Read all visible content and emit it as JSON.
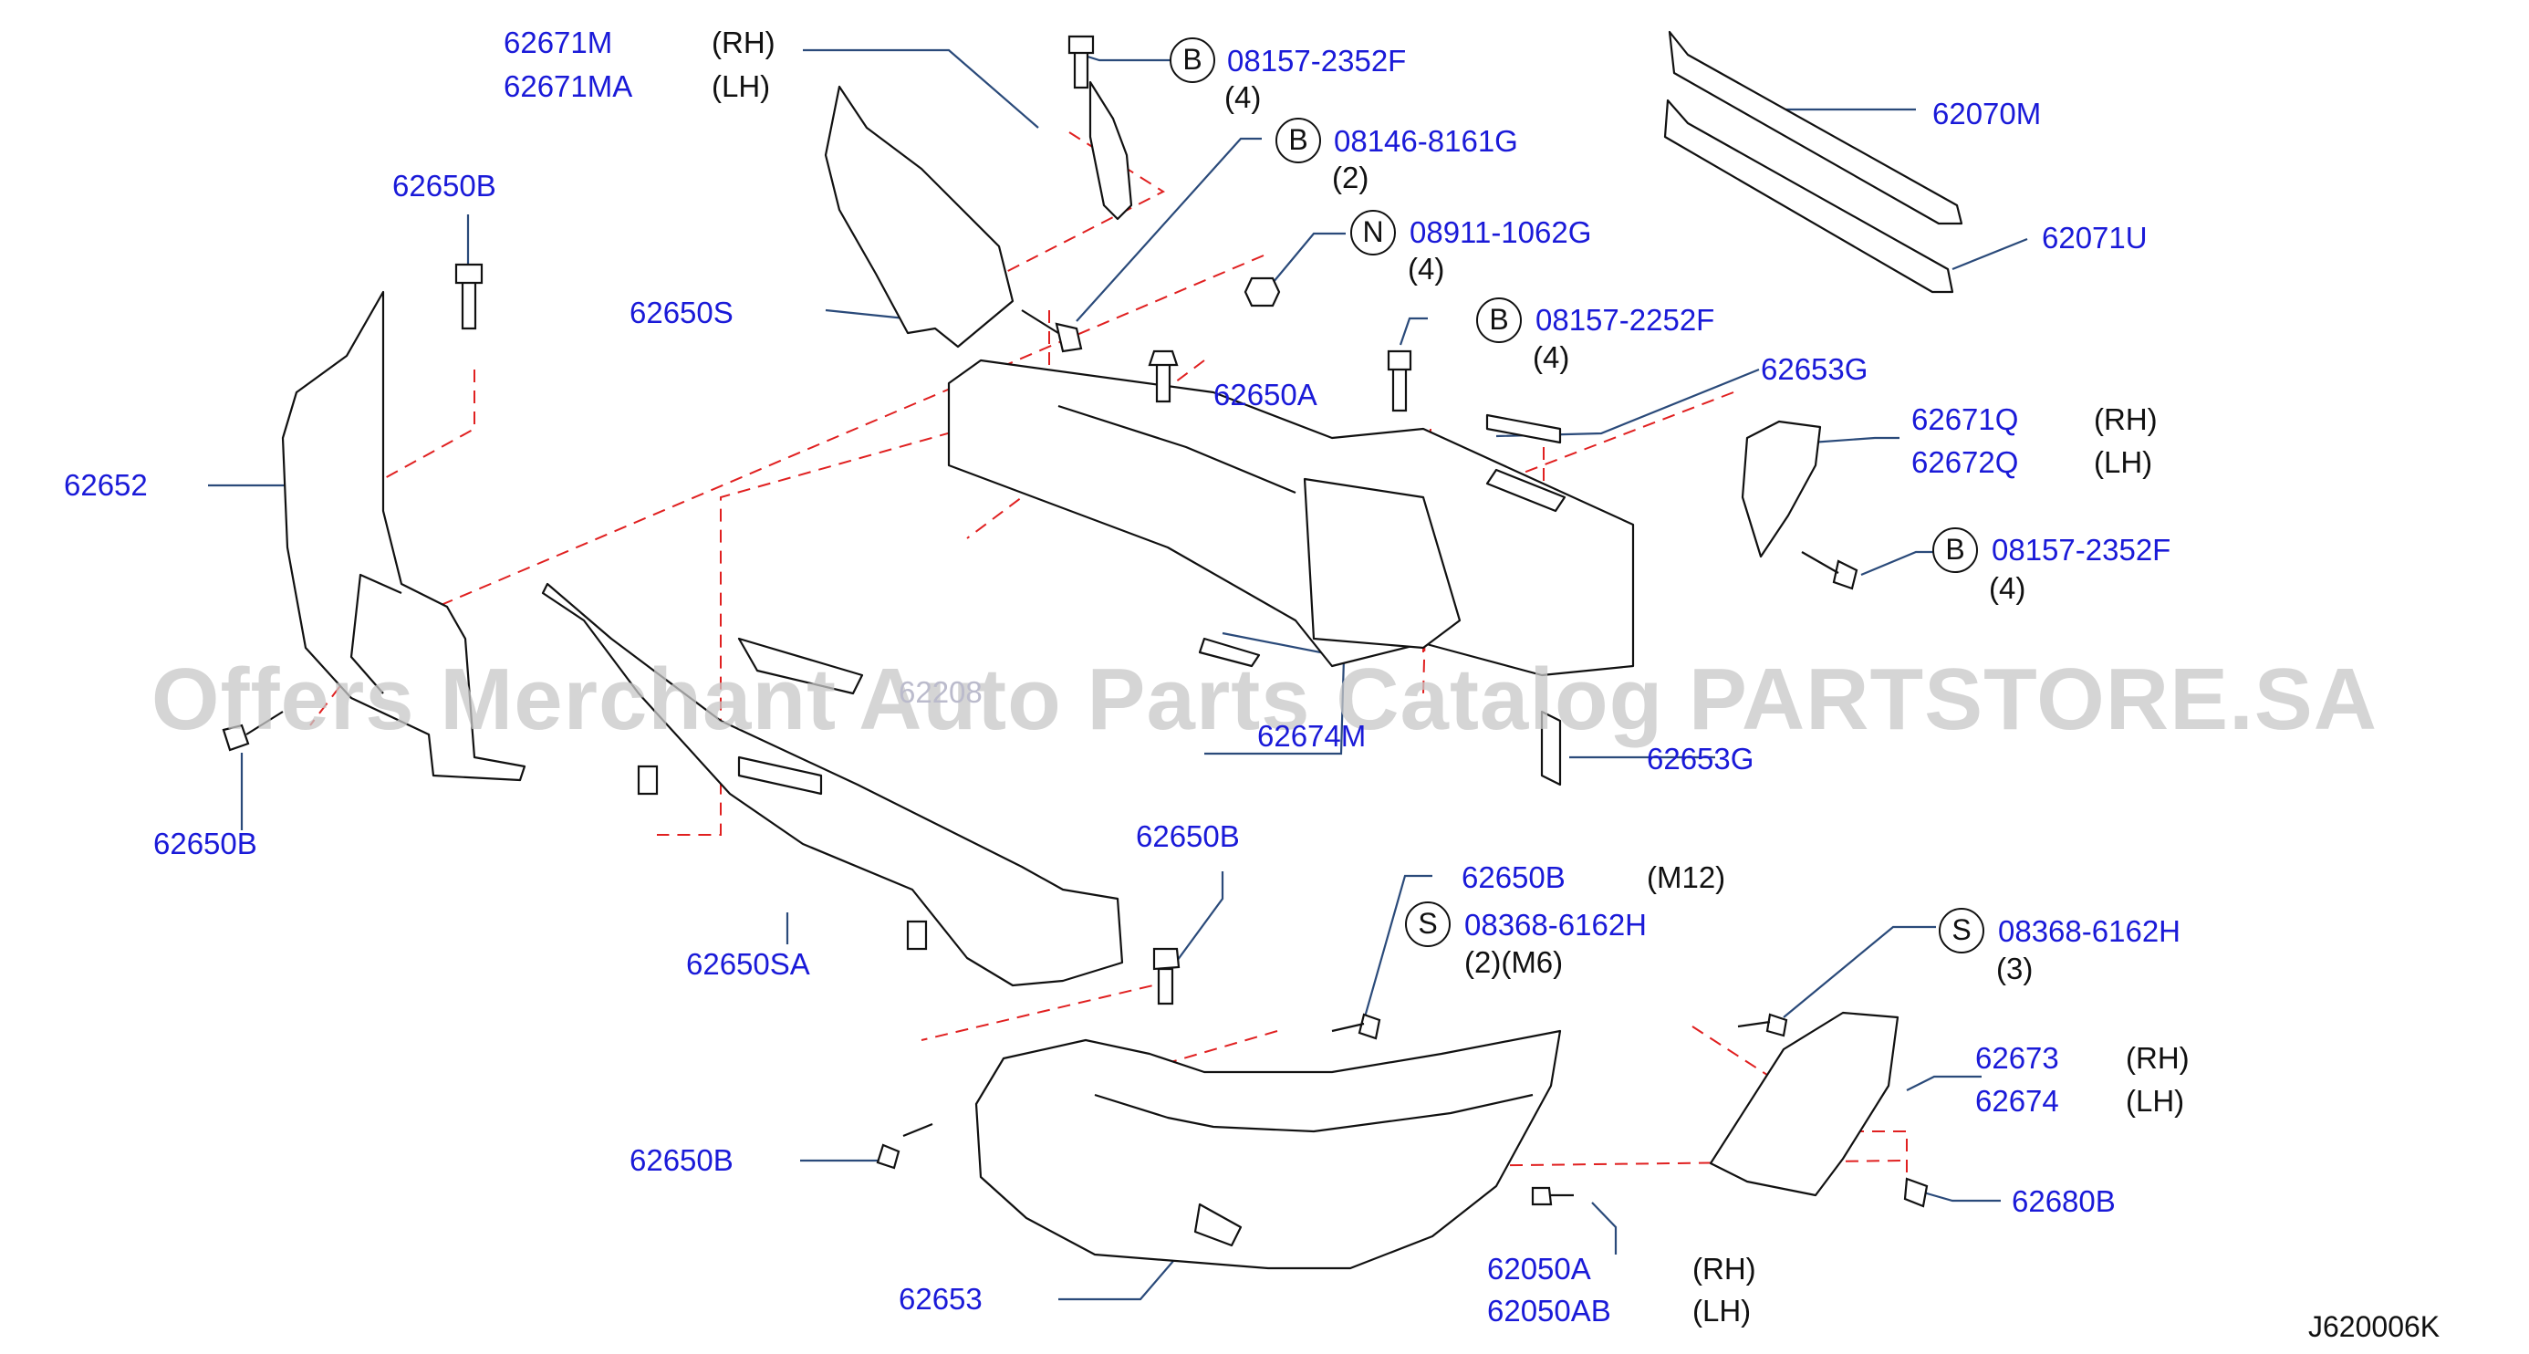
{
  "diagram_code": "J620006K",
  "watermark": "Offers Merchant Auto Parts Catalog PARTSTORE.SA",
  "colors": {
    "part_number": "#1a1ad8",
    "leader": "#2a4a7a",
    "dashed": "#e02020",
    "outline": "#111111"
  },
  "callouts": [
    {
      "part": "62671M",
      "note": "(RH)"
    },
    {
      "part": "62671MA",
      "note": "(LH)"
    },
    {
      "badge": "B",
      "part": "08157-2352F",
      "qty": "(4)"
    },
    {
      "badge": "B",
      "part": "08146-8161G",
      "qty": "(2)"
    },
    {
      "badge": "N",
      "part": "08911-1062G",
      "qty": "(4)"
    },
    {
      "badge": "B",
      "part": "08157-2252F",
      "qty": "(4)"
    },
    {
      "part": "62070M"
    },
    {
      "part": "62071U"
    },
    {
      "part": "62650B"
    },
    {
      "part": "62650S"
    },
    {
      "part": "62652"
    },
    {
      "part": "62650A"
    },
    {
      "part": "62653G"
    },
    {
      "part": "62671Q",
      "note": "(RH)"
    },
    {
      "part": "62672Q",
      "note": "(LH)"
    },
    {
      "badge": "B",
      "part": "08157-2352F",
      "qty": "(4)"
    },
    {
      "part": "62208"
    },
    {
      "part": "62674M"
    },
    {
      "part": "62653G"
    },
    {
      "part": "62650B"
    },
    {
      "part": "62650B"
    },
    {
      "part": "62650B",
      "note": "(M12)"
    },
    {
      "badge": "S",
      "part": "08368-6162H",
      "qty": "(2)(M6)"
    },
    {
      "badge": "S",
      "part": "08368-6162H",
      "qty": "(3)"
    },
    {
      "part": "62650SA"
    },
    {
      "part": "62673",
      "note": "(RH)"
    },
    {
      "part": "62674",
      "note": "(LH)"
    },
    {
      "part": "62650B"
    },
    {
      "part": "62680B"
    },
    {
      "part": "62050A",
      "note": "(RH)"
    },
    {
      "part": "62050AB",
      "note": "(LH)"
    },
    {
      "part": "62653"
    }
  ]
}
